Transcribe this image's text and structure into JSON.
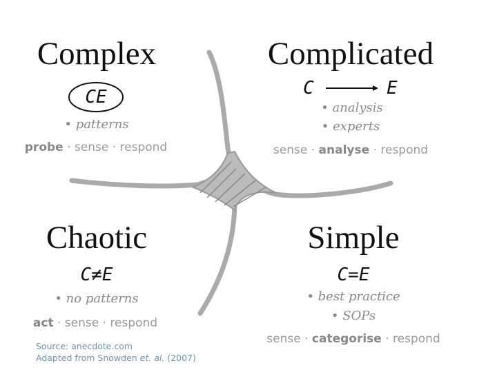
{
  "quadrants": {
    "complex": {
      "title": "Complex",
      "relation": "CE",
      "notes": [
        "• patterns"
      ],
      "action_bold": "probe",
      "action_rest": " · sense · respond"
    },
    "complicated": {
      "title": "Complicated",
      "relation_c": "C",
      "relation_e": "E",
      "notes": [
        "• analysis",
        "• experts"
      ],
      "action_pre": "sense · ",
      "action_bold": "analyse",
      "action_post": " · respond"
    },
    "chaotic": {
      "title": "Chaotic",
      "relation": "C≠E",
      "notes": [
        "• no patterns"
      ],
      "action_bold": "act",
      "action_rest": " · sense · respond"
    },
    "simple": {
      "title": "Simple",
      "relation": "C=E",
      "notes": [
        "• best practice",
        "• SOPs"
      ],
      "action_pre": "sense · ",
      "action_bold": "categorise",
      "action_post": " · respond"
    }
  },
  "source": {
    "line1": "Source: anecdote.com",
    "line2_pre": "Adapted from Snowden ",
    "line2_italic": "et. al.",
    "line2_post": " (2007)"
  },
  "colors": {
    "line": "#aaaaaa",
    "text": "#111111",
    "muted": "#999999",
    "source": "#6f93b5"
  }
}
